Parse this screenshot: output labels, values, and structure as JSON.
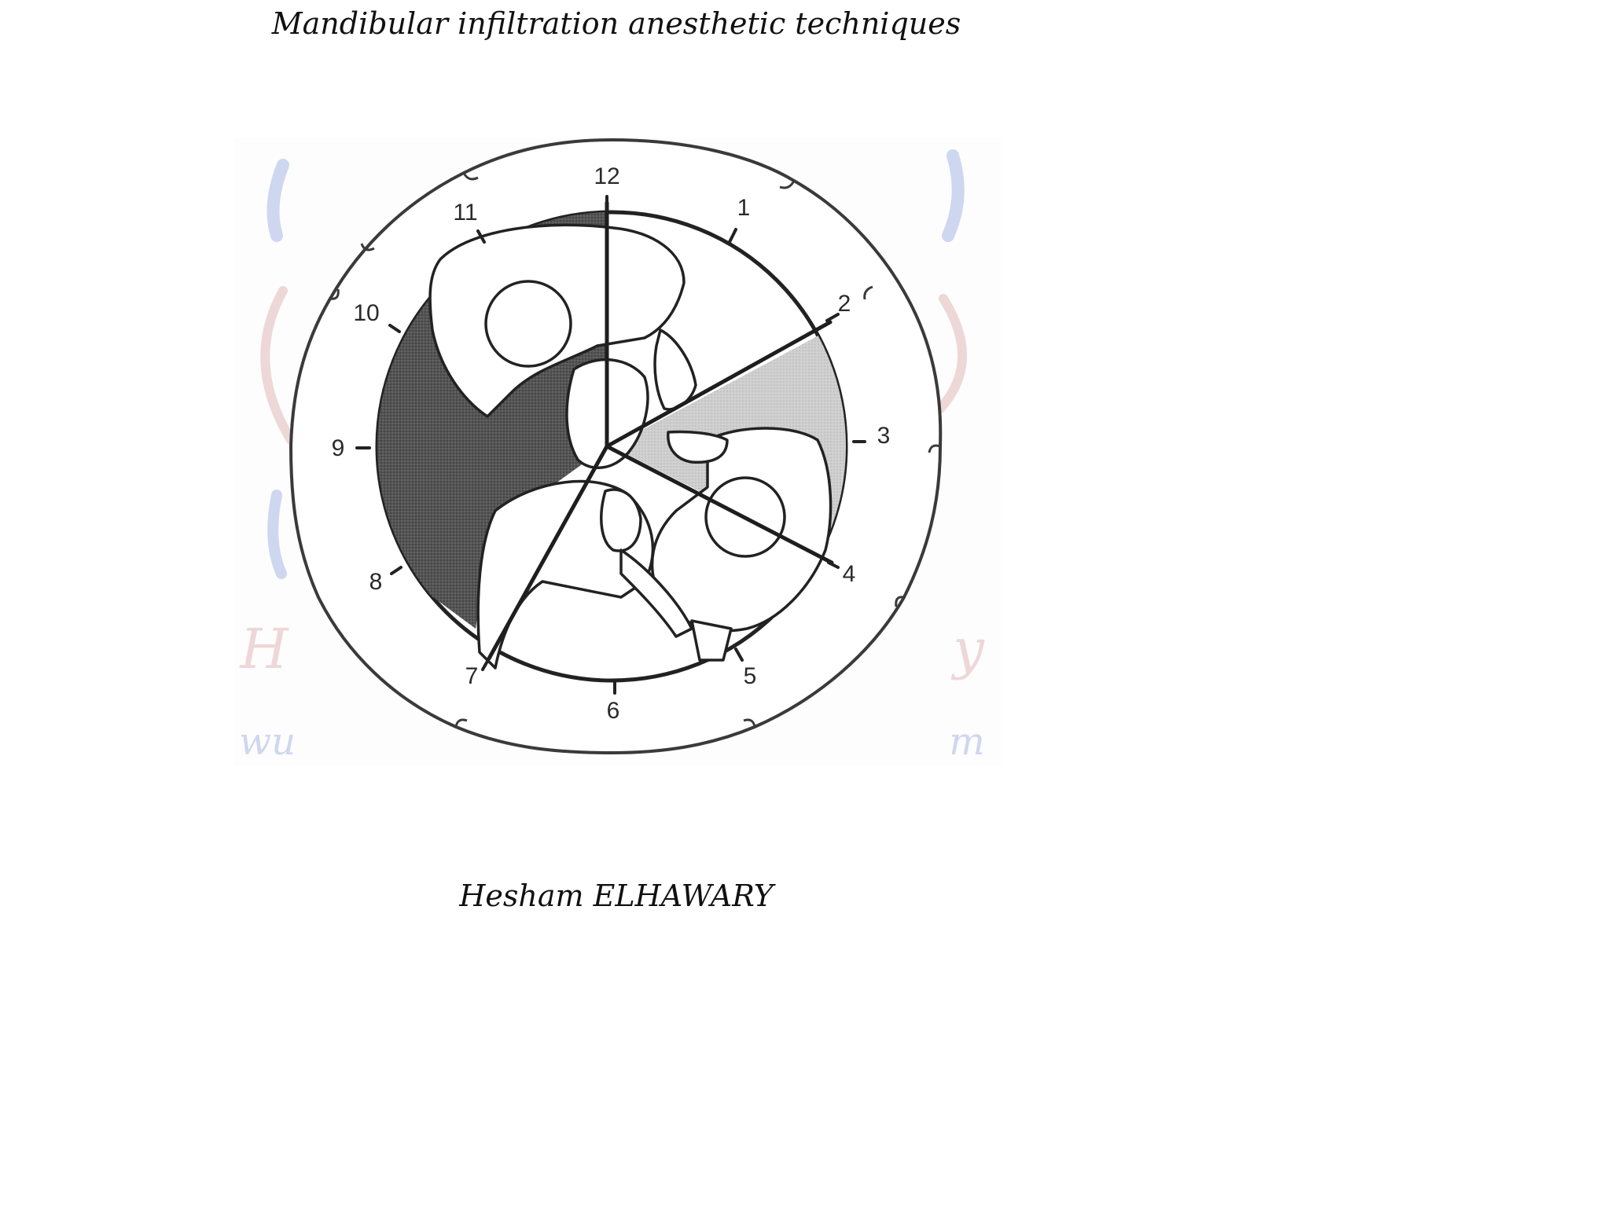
{
  "title": "Mandibular infiltration anesthetic techniques",
  "author": "Hesham ELHAWARY",
  "clock": {
    "numbers": [
      "12",
      "1",
      "2",
      "3",
      "4",
      "5",
      "6",
      "7",
      "8",
      "9",
      "10",
      "11"
    ]
  },
  "colors": {
    "dark_zone": "#4a4a4a",
    "light_zone": "#c8c8c8",
    "line": "#222222",
    "watermark_blue": "#c9d3ee",
    "watermark_red": "#ecd3d3"
  }
}
